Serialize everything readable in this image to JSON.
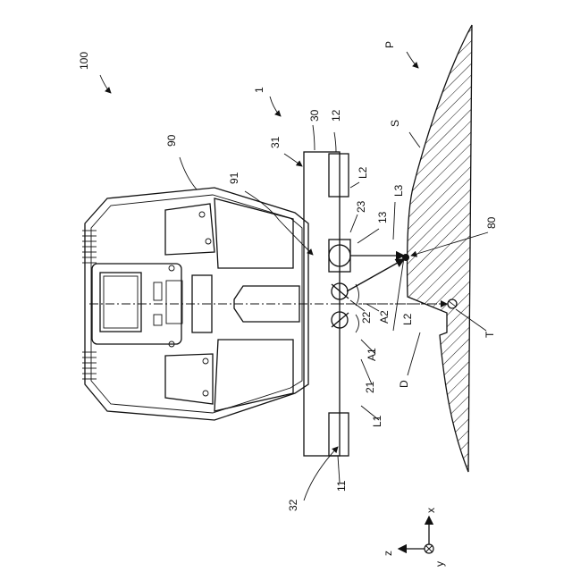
{
  "labels": {
    "assembly": "100",
    "vehicle": "90",
    "monitor": "91",
    "unit": "1",
    "frame_top": "30",
    "frame_left": "31",
    "frame_right": "32",
    "bracket_top": "12",
    "bracket_bottom": "11",
    "sensor_box": "13",
    "bracket_label": "23",
    "sensor_a": "21",
    "sensor_b": "22",
    "angle_a1": "A1",
    "angle_a2": "A2",
    "line_l1": "L1",
    "line_l2_upper": "L2",
    "line_l2_lower": "L2",
    "line_l3": "L3",
    "target_point": "80",
    "target_t": "T",
    "distance_d": "D",
    "terrain_p": "P",
    "terrain_s": "S",
    "axis_x": "x",
    "axis_y": "y",
    "axis_z": "z"
  }
}
